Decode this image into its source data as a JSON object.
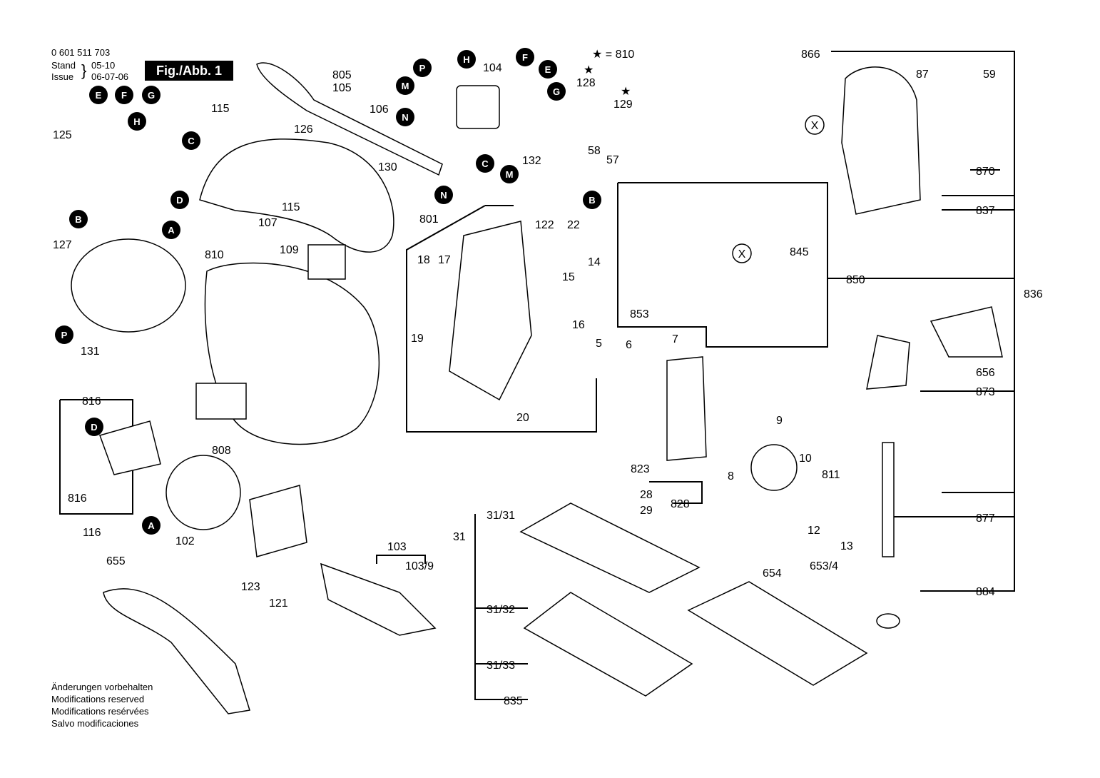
{
  "header": {
    "drawing_number": "0 601 511 703",
    "stand_label": "Stand",
    "stand_value": "05-10",
    "issue_label": "Issue",
    "issue_value": "06-07-06",
    "figure_label": "Fig./Abb. 1",
    "star_legend": "★ = 810"
  },
  "footer_notes": [
    "Änderungen vorbehalten",
    "Modifications reserved",
    "Modifications resérvées",
    "Salvo modificaciones"
  ],
  "part_labels": [
    {
      "id": "p805",
      "text": "805"
    },
    {
      "id": "p105",
      "text": "105"
    },
    {
      "id": "p115a",
      "text": "115"
    },
    {
      "id": "p126",
      "text": "126"
    },
    {
      "id": "p106",
      "text": "106"
    },
    {
      "id": "p130",
      "text": "130"
    },
    {
      "id": "p125",
      "text": "125"
    },
    {
      "id": "p104",
      "text": "104"
    },
    {
      "id": "p132",
      "text": "132"
    },
    {
      "id": "p128",
      "text": "128"
    },
    {
      "id": "p129",
      "text": "129"
    },
    {
      "id": "p866",
      "text": "866"
    },
    {
      "id": "p87",
      "text": "87"
    },
    {
      "id": "p59",
      "text": "59"
    },
    {
      "id": "p870",
      "text": "870"
    },
    {
      "id": "p837",
      "text": "837"
    },
    {
      "id": "p836",
      "text": "836"
    },
    {
      "id": "p850",
      "text": "850"
    },
    {
      "id": "p845",
      "text": "845"
    },
    {
      "id": "p853",
      "text": "853"
    },
    {
      "id": "p58",
      "text": "58"
    },
    {
      "id": "p57",
      "text": "57"
    },
    {
      "id": "p801",
      "text": "801"
    },
    {
      "id": "p122",
      "text": "122"
    },
    {
      "id": "p22",
      "text": "22"
    },
    {
      "id": "p18",
      "text": "18"
    },
    {
      "id": "p17",
      "text": "17"
    },
    {
      "id": "p14",
      "text": "14"
    },
    {
      "id": "p15",
      "text": "15"
    },
    {
      "id": "p16",
      "text": "16"
    },
    {
      "id": "p5",
      "text": "5"
    },
    {
      "id": "p19",
      "text": "19"
    },
    {
      "id": "p20",
      "text": "20"
    },
    {
      "id": "p6",
      "text": "6"
    },
    {
      "id": "p7",
      "text": "7"
    },
    {
      "id": "p656",
      "text": "656"
    },
    {
      "id": "p873",
      "text": "873"
    },
    {
      "id": "p9",
      "text": "9"
    },
    {
      "id": "p10",
      "text": "10"
    },
    {
      "id": "p811",
      "text": "811"
    },
    {
      "id": "p8",
      "text": "8"
    },
    {
      "id": "p12",
      "text": "12"
    },
    {
      "id": "p13",
      "text": "13"
    },
    {
      "id": "p877",
      "text": "877"
    },
    {
      "id": "p884",
      "text": "884"
    },
    {
      "id": "p823",
      "text": "823"
    },
    {
      "id": "p28",
      "text": "28"
    },
    {
      "id": "p29",
      "text": "29"
    },
    {
      "id": "p828",
      "text": "828"
    },
    {
      "id": "p31_31",
      "text": "31/31"
    },
    {
      "id": "p31",
      "text": "31"
    },
    {
      "id": "p31_32",
      "text": "31/32"
    },
    {
      "id": "p31_33",
      "text": "31/33"
    },
    {
      "id": "p835",
      "text": "835"
    },
    {
      "id": "p654",
      "text": "654"
    },
    {
      "id": "p653_4",
      "text": "653/4"
    },
    {
      "id": "p107",
      "text": "107"
    },
    {
      "id": "p115b",
      "text": "115"
    },
    {
      "id": "p109",
      "text": "109"
    },
    {
      "id": "p127",
      "text": "127"
    },
    {
      "id": "p810",
      "text": "810"
    },
    {
      "id": "p131",
      "text": "131"
    },
    {
      "id": "p816a",
      "text": "816"
    },
    {
      "id": "p816b",
      "text": "816"
    },
    {
      "id": "p116",
      "text": "116"
    },
    {
      "id": "p808",
      "text": "808"
    },
    {
      "id": "p102",
      "text": "102"
    },
    {
      "id": "p123",
      "text": "123"
    },
    {
      "id": "p121",
      "text": "121"
    },
    {
      "id": "p103",
      "text": "103"
    },
    {
      "id": "p103_9",
      "text": "103/9"
    },
    {
      "id": "p655",
      "text": "655"
    }
  ],
  "connector_labels": [
    {
      "id": "cE1",
      "text": "E"
    },
    {
      "id": "cF1",
      "text": "F"
    },
    {
      "id": "cG1",
      "text": "G"
    },
    {
      "id": "cH1",
      "text": "H"
    },
    {
      "id": "cC1",
      "text": "C"
    },
    {
      "id": "cD1",
      "text": "D"
    },
    {
      "id": "cB1",
      "text": "B"
    },
    {
      "id": "cA1",
      "text": "A"
    },
    {
      "id": "cP1",
      "text": "P"
    },
    {
      "id": "cH2",
      "text": "H"
    },
    {
      "id": "cF2",
      "text": "F"
    },
    {
      "id": "cE2",
      "text": "E"
    },
    {
      "id": "cM1",
      "text": "M"
    },
    {
      "id": "cG2",
      "text": "G"
    },
    {
      "id": "cN1",
      "text": "N"
    },
    {
      "id": "cC2",
      "text": "C"
    },
    {
      "id": "cM2",
      "text": "M"
    },
    {
      "id": "cN2",
      "text": "N"
    },
    {
      "id": "cB2",
      "text": "B"
    },
    {
      "id": "cP2",
      "text": "P"
    },
    {
      "id": "cD2",
      "text": "D"
    },
    {
      "id": "cA2",
      "text": "A"
    },
    {
      "id": "cX1",
      "text": "X"
    },
    {
      "id": "cX2",
      "text": "X"
    }
  ],
  "stars": [
    {
      "id": "s128",
      "text": "★"
    },
    {
      "id": "s129",
      "text": "★"
    }
  ]
}
